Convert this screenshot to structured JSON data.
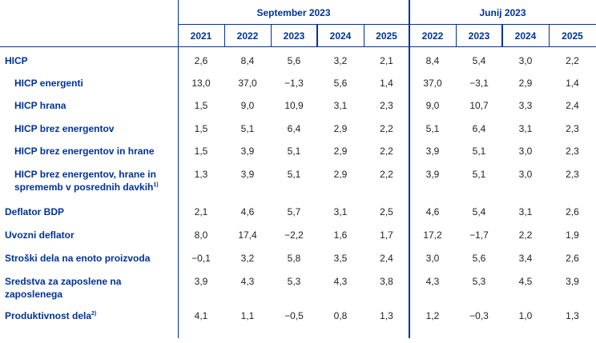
{
  "groups": [
    {
      "label": "September 2023",
      "years": [
        "2021",
        "2022",
        "2023",
        "2024",
        "2025"
      ]
    },
    {
      "label": "Junij 2023",
      "years": [
        "2022",
        "2023",
        "2024",
        "2025"
      ]
    }
  ],
  "rows": [
    {
      "label": "HICP",
      "sup": "",
      "indent": false,
      "values": [
        "2,6",
        "8,4",
        "5,6",
        "3,2",
        "2,1",
        "8,4",
        "5,4",
        "3,0",
        "2,2"
      ]
    },
    {
      "label": "HICP energenti",
      "sup": "",
      "indent": true,
      "values": [
        "13,0",
        "37,0",
        "−1,3",
        "5,6",
        "1,4",
        "37,0",
        "−3,1",
        "2,9",
        "1,4"
      ]
    },
    {
      "label": "HICP hrana",
      "sup": "",
      "indent": true,
      "values": [
        "1,5",
        "9,0",
        "10,9",
        "3,1",
        "2,3",
        "9,0",
        "10,7",
        "3,3",
        "2,4"
      ]
    },
    {
      "label": "HICP brez energentov",
      "sup": "",
      "indent": true,
      "values": [
        "1,5",
        "5,1",
        "6,4",
        "2,9",
        "2,2",
        "5,1",
        "6,4",
        "3,1",
        "2,3"
      ]
    },
    {
      "label": "HICP brez energentov in hrane",
      "sup": "",
      "indent": true,
      "values": [
        "1,5",
        "3,9",
        "5,1",
        "2,9",
        "2,2",
        "3,9",
        "5,1",
        "3,0",
        "2,3"
      ]
    },
    {
      "label": "HICP brez energentov, hrane in sprememb v posrednih davkih",
      "sup": "1)",
      "indent": true,
      "values": [
        "1,3",
        "3,9",
        "5,1",
        "2,9",
        "2,2",
        "3,9",
        "5,1",
        "3,0",
        "2,3"
      ]
    },
    {
      "label": "Deflator BDP",
      "sup": "",
      "indent": false,
      "values": [
        "2,1",
        "4,6",
        "5,7",
        "3,1",
        "2,5",
        "4,6",
        "5,4",
        "3,1",
        "2,6"
      ]
    },
    {
      "label": "Uvozni deflator",
      "sup": "",
      "indent": false,
      "values": [
        "8,0",
        "17,4",
        "−2,2",
        "1,6",
        "1,7",
        "17,2",
        "−1,7",
        "2,2",
        "1,9"
      ]
    },
    {
      "label": "Stroški dela na enoto proizvoda",
      "sup": "",
      "indent": false,
      "values": [
        "−0,1",
        "3,2",
        "5,8",
        "3,5",
        "2,4",
        "3,0",
        "5,6",
        "3,4",
        "2,6"
      ]
    },
    {
      "label": "Sredstva za zaposlene na zaposlenega",
      "sup": "",
      "indent": false,
      "values": [
        "3,9",
        "4,3",
        "5,3",
        "4,3",
        "3,8",
        "4,3",
        "5,3",
        "4,5",
        "3,9"
      ]
    },
    {
      "label": "Produktivnost dela",
      "sup": "2)",
      "indent": false,
      "values": [
        "4,1",
        "1,1",
        "−0,5",
        "0,8",
        "1,3",
        "1,2",
        "−0,3",
        "1,0",
        "1,3"
      ]
    }
  ]
}
